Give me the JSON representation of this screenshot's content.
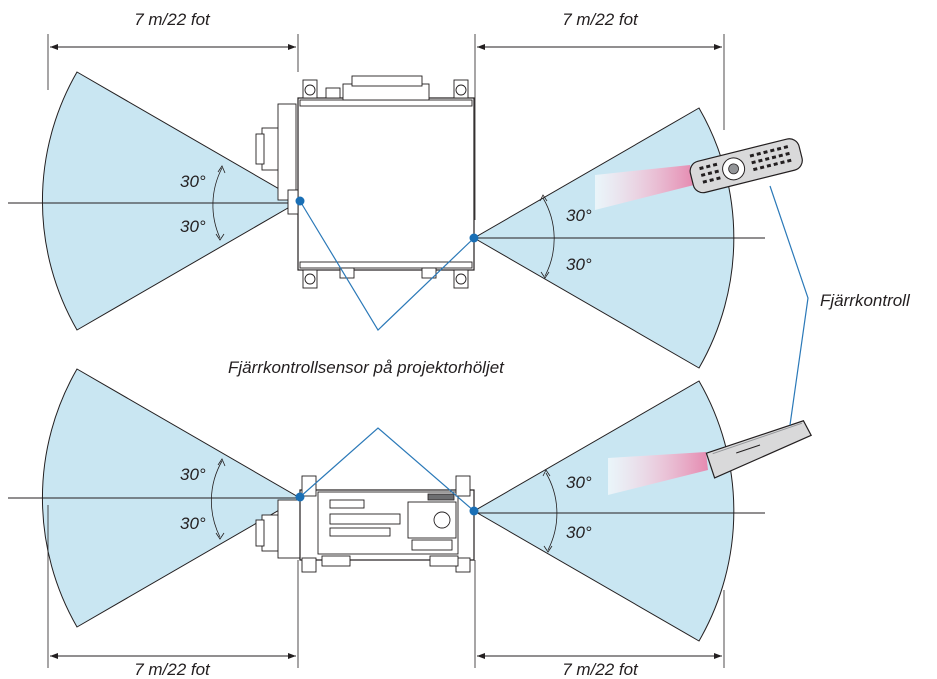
{
  "labels": {
    "dim_top_left": "7 m/22 fot",
    "dim_top_right": "7 m/22 fot",
    "dim_bottom_left": "7 m/22 fot",
    "dim_bottom_right": "7 m/22 fot",
    "angle_1": "30°",
    "angle_2": "30°",
    "angle_3": "30°",
    "angle_4": "30°",
    "angle_5": "30°",
    "angle_6": "30°",
    "angle_7": "30°",
    "angle_8": "30°",
    "remote_label": "Fjärrkontroll",
    "sensor_label": "Fjärrkontrollsensor på projektorhöljet"
  },
  "colors": {
    "fan_fill": "#c9e6f2",
    "sensor_dot": "#1a6fb5",
    "leader_line": "#2b79b8",
    "ir_beam": "#e8a0b8"
  }
}
